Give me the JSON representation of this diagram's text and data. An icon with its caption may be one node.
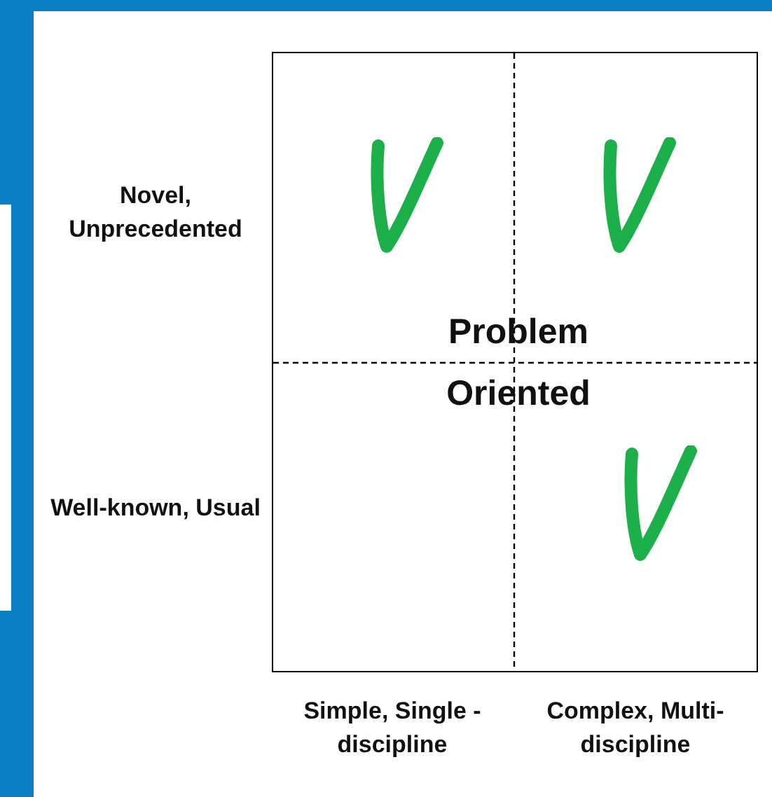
{
  "diagram": {
    "labels": [
      "Novel, Unprecedented",
      "Well-known, Usual",
      "Problem Oriented",
      "Simple, Single -discipline",
      "Complex, Multi-discipline"
    ]
  }
}
